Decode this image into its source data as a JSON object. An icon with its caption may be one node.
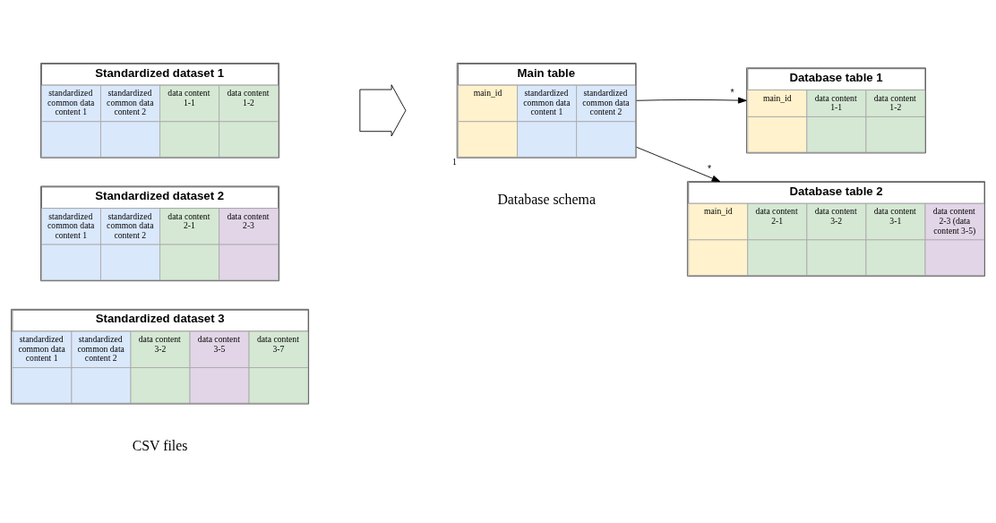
{
  "diagram": {
    "nodes": [
      {
        "text": [
          "Standardized dataset 1",
          "standardized common data content 1",
          "standardized common data content 2",
          "data content 1-1",
          "data content 1-2"
        ]
      },
      {
        "text": [
          "Standardized dataset 2",
          "standardized common data content 1",
          "standardized common data content 2",
          "data content 2-1",
          "data content 2-3"
        ]
      },
      {
        "text": [
          "Standardized dataset 3",
          "standardized common data content 1",
          "standardized common data content 2",
          "data content 3-2",
          "data content 3-5",
          "data content 3-7"
        ]
      },
      {
        "text": [],
        "shape": "arrow"
      },
      {
        "text": [
          "Database table 1",
          "main_id",
          "data content 1-1",
          "data content 1-2"
        ]
      },
      {
        "text": [
          "Main table",
          "main_id",
          "standardized common data content 1",
          "standardized common data content 2"
        ],
        "beside": [
          "1"
        ]
      },
      {
        "text": [
          "Database table 2",
          "main_id",
          "data content 2-1",
          "data content 3-2",
          "data content 3-1",
          "data content 2-3 (data content 3-5)"
        ]
      }
    ],
    "edges": [
      {
        "from": 5,
        "to": 4,
        "arrow": "to",
        "label": "*"
      },
      {
        "from": 5,
        "to": 6,
        "arrow": "to",
        "label": "*"
      }
    ],
    "labels": [
      "CSV files",
      "Database schema"
    ]
  }
}
